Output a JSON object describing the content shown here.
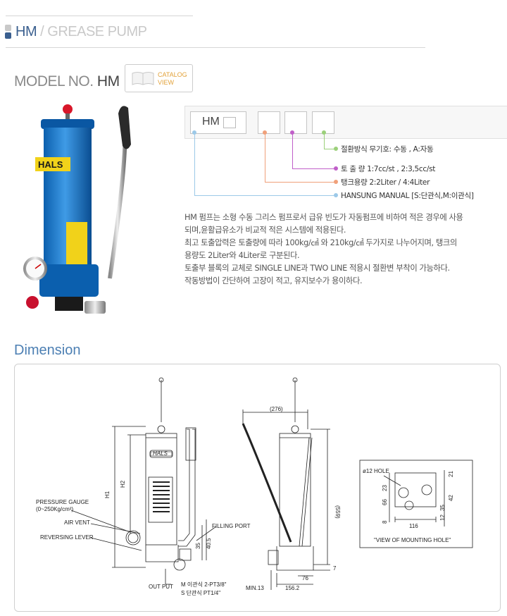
{
  "breadcrumb": {
    "code": "HM",
    "sep": " / ",
    "name": "GREASE PUMP"
  },
  "model": {
    "prefix": "MODEL NO.",
    "code": "HM"
  },
  "catalog": {
    "line1": "CATALOG",
    "line2": "VIEW"
  },
  "product_label": "HALS",
  "code_diagram": {
    "prefix": "HM",
    "labels": {
      "switch": "절환방식 무기호: 수동 , A:자동",
      "discharge": "토 출 량 1:7cc/st , 2:3,5cc/st",
      "tank": "탱크용량 2:2Liter / 4:4Liter",
      "manual": "HANSUNG MANUAL [S:단관식,M:이관식]"
    },
    "colors": {
      "green": "#9bd07a",
      "purple": "#c05fc9",
      "orange": "#f0a07a",
      "blue": "#9cc9e8"
    }
  },
  "description": [
    "HM 펌프는 소형 수동 그리스 펌프로서 급유 빈도가 자동펌프에 비하여 적은 경우에 사용",
    "되며,윤활급유소가 비교적 적은 시스템에 적용된다.",
    "최고 토출압력은 토출량에 따라 100kg/㎠ 와 210kg/㎠ 두가지로 나누어지며, 탱크의",
    "용량도 2Liter와 4Liter로 구분된다.",
    "토출부 블록의 교체로 SINGLE LINE과 TWO LINE 적용시 절환변 부착이 가능하다.",
    "작동방법이 간단하여 고장이 적고, 유지보수가 용이하다."
  ],
  "dimension": {
    "title": "Dimension",
    "front": {
      "pressure_gauge": "PRESSURE GAUGE",
      "pressure_range": "(0~250Kg/cm²)",
      "air_vent": "AIR VENT",
      "reversing_lever": "REVERSING LEVER",
      "filling_port": "FILLING PORT",
      "out_put": "OUT PUT",
      "m_type": "M 이관식 2-PT3/8\"",
      "s_type": "S 단관식 PT1/4\"",
      "h1": "H1",
      "h2": "H2",
      "dim35": "35",
      "dim405": "40.5"
    },
    "side": {
      "d276": "(276)",
      "d559": "(559)",
      "d7": "7",
      "d76": "76",
      "d1562": "156.2",
      "min13": "MIN.13"
    },
    "mount": {
      "hole": "ø12 HOLE",
      "d23": "23",
      "d66": "66",
      "d8": "8",
      "d116": "116",
      "d21": "21",
      "d42": "42",
      "d35": "35",
      "d12": "12",
      "caption": "\"VIEW OF MOUNTING HOLE\""
    }
  }
}
